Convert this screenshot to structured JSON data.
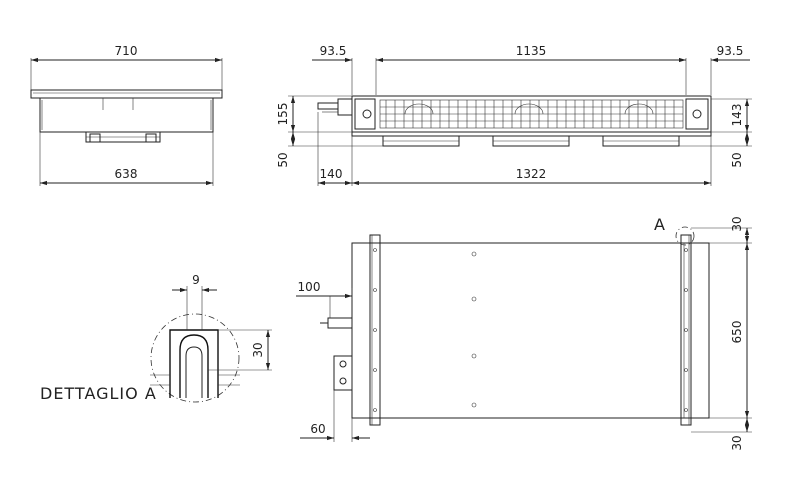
{
  "drawing": {
    "side_view": {
      "top_width": "710",
      "bottom_width": "638"
    },
    "front_view": {
      "left_offset": "93.5",
      "center_width": "1135",
      "right_offset": "93.5",
      "left_height": "155",
      "left_bottom": "50",
      "right_height": "143",
      "right_bottom": "50",
      "bottom_left": "140",
      "bottom_total": "1322"
    },
    "plan_view": {
      "detail_marker": "A",
      "top_gap": "30",
      "height": "650",
      "bottom_gap": "30",
      "left_offset": "100",
      "bottom_offset": "60"
    },
    "detail": {
      "title": "DETTAGLIO A",
      "slot_width": "9",
      "slot_depth": "30"
    }
  }
}
